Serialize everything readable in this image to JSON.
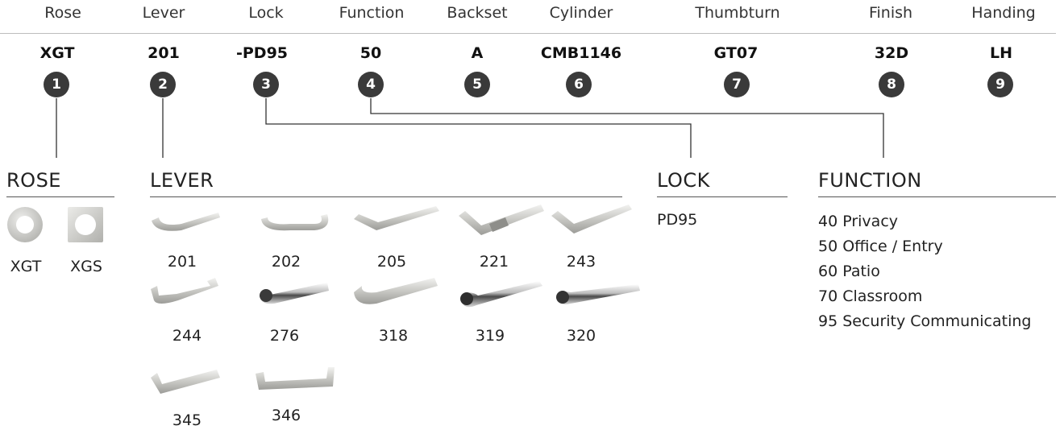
{
  "header": {
    "columns": [
      {
        "label": "Rose",
        "code": "XGT",
        "num": "1"
      },
      {
        "label": "Lever",
        "code": "201",
        "num": "2"
      },
      {
        "label": "Lock",
        "code": "-PD95",
        "num": "3"
      },
      {
        "label": "Function",
        "code": "50",
        "num": "4"
      },
      {
        "label": "Backset",
        "code": "A",
        "num": "5"
      },
      {
        "label": "Cylinder",
        "code": "CMB1146",
        "num": "6"
      },
      {
        "label": "Thumbturn",
        "code": "GT07",
        "num": "7"
      },
      {
        "label": "Finish",
        "code": "32D",
        "num": "8"
      },
      {
        "label": "Handing",
        "code": "LH",
        "num": "9"
      }
    ]
  },
  "rose": {
    "title": "ROSE",
    "options": [
      "XGT",
      "XGS"
    ]
  },
  "lever": {
    "title": "LEVER",
    "options": [
      "201",
      "202",
      "205",
      "221",
      "243",
      "244",
      "276",
      "318",
      "319",
      "320",
      "345",
      "346"
    ]
  },
  "lock": {
    "title": "LOCK",
    "options": [
      "PD95"
    ]
  },
  "function": {
    "title": "FUNCTION",
    "options": [
      "40 Privacy",
      "50 Office / Entry",
      "60 Patio",
      "70 Classroom",
      "95 Security Communicating"
    ]
  }
}
